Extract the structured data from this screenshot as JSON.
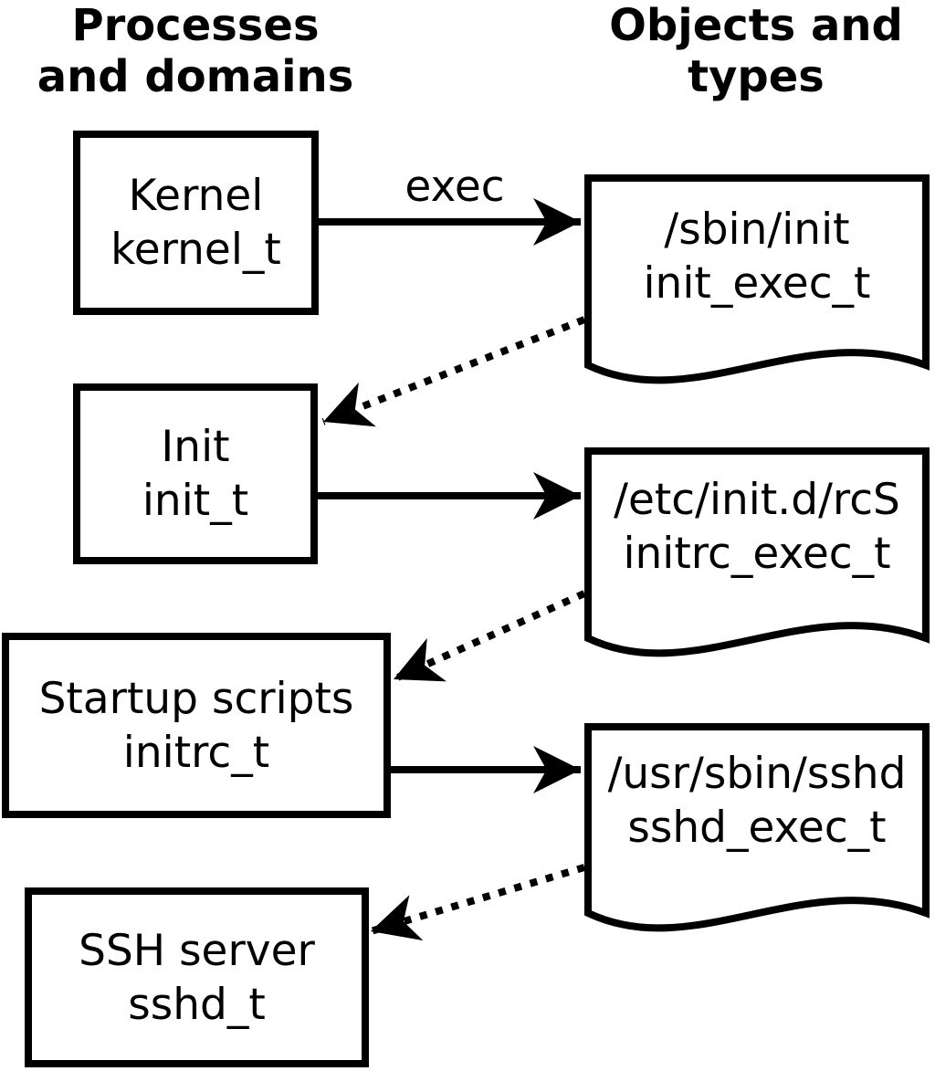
{
  "diagram": {
    "left_column_header": {
      "line1": "Processes",
      "line2": "and domains"
    },
    "right_column_header": {
      "line1": "Objects and",
      "line2": "types"
    },
    "exec_label": "exec",
    "processes": [
      {
        "label": "Kernel",
        "domain": "kernel_t"
      },
      {
        "label": "Init",
        "domain": "init_t"
      },
      {
        "label": "Startup scripts",
        "domain": "initrc_t"
      },
      {
        "label": "SSH server",
        "domain": "sshd_t"
      }
    ],
    "objects": [
      {
        "path": "/sbin/init",
        "type": "init_exec_t"
      },
      {
        "path": "/etc/init.d/rcS",
        "type": "initrc_exec_t"
      },
      {
        "path": "/usr/sbin/sshd",
        "type": "sshd_exec_t"
      }
    ],
    "colors": {
      "foreground": "#000000",
      "background": "#ffffff"
    }
  }
}
